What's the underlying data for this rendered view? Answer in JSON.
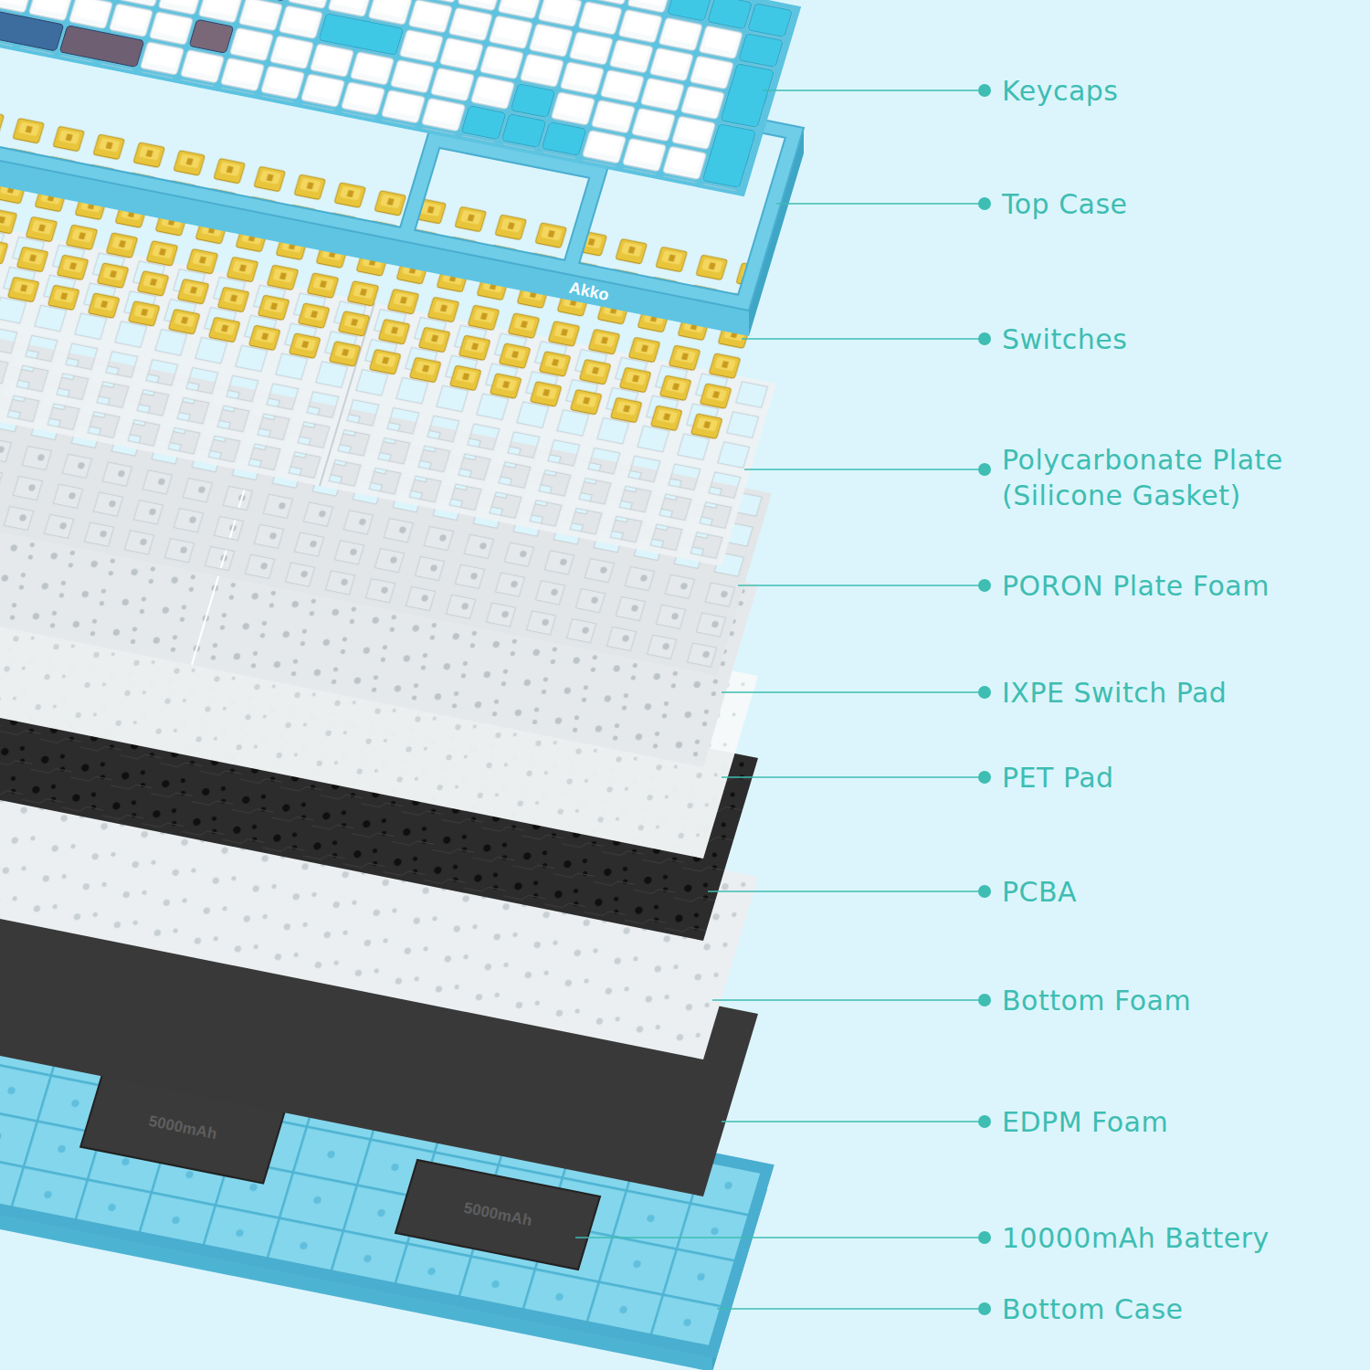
{
  "diagram": {
    "labels": [
      "Keycaps",
      "Top Case",
      "Switches",
      "Polycarbonate Plate (Silicone Gasket)",
      "PORON Plate Foam",
      "IXPE Switch Pad",
      "PET Pad",
      "PCBA",
      "Bottom Foam",
      "EDPM Foam",
      "10000mAh Battery",
      "Bottom Case",
      "Akko",
      "5000mAh",
      "5000mAh"
    ]
  }
}
